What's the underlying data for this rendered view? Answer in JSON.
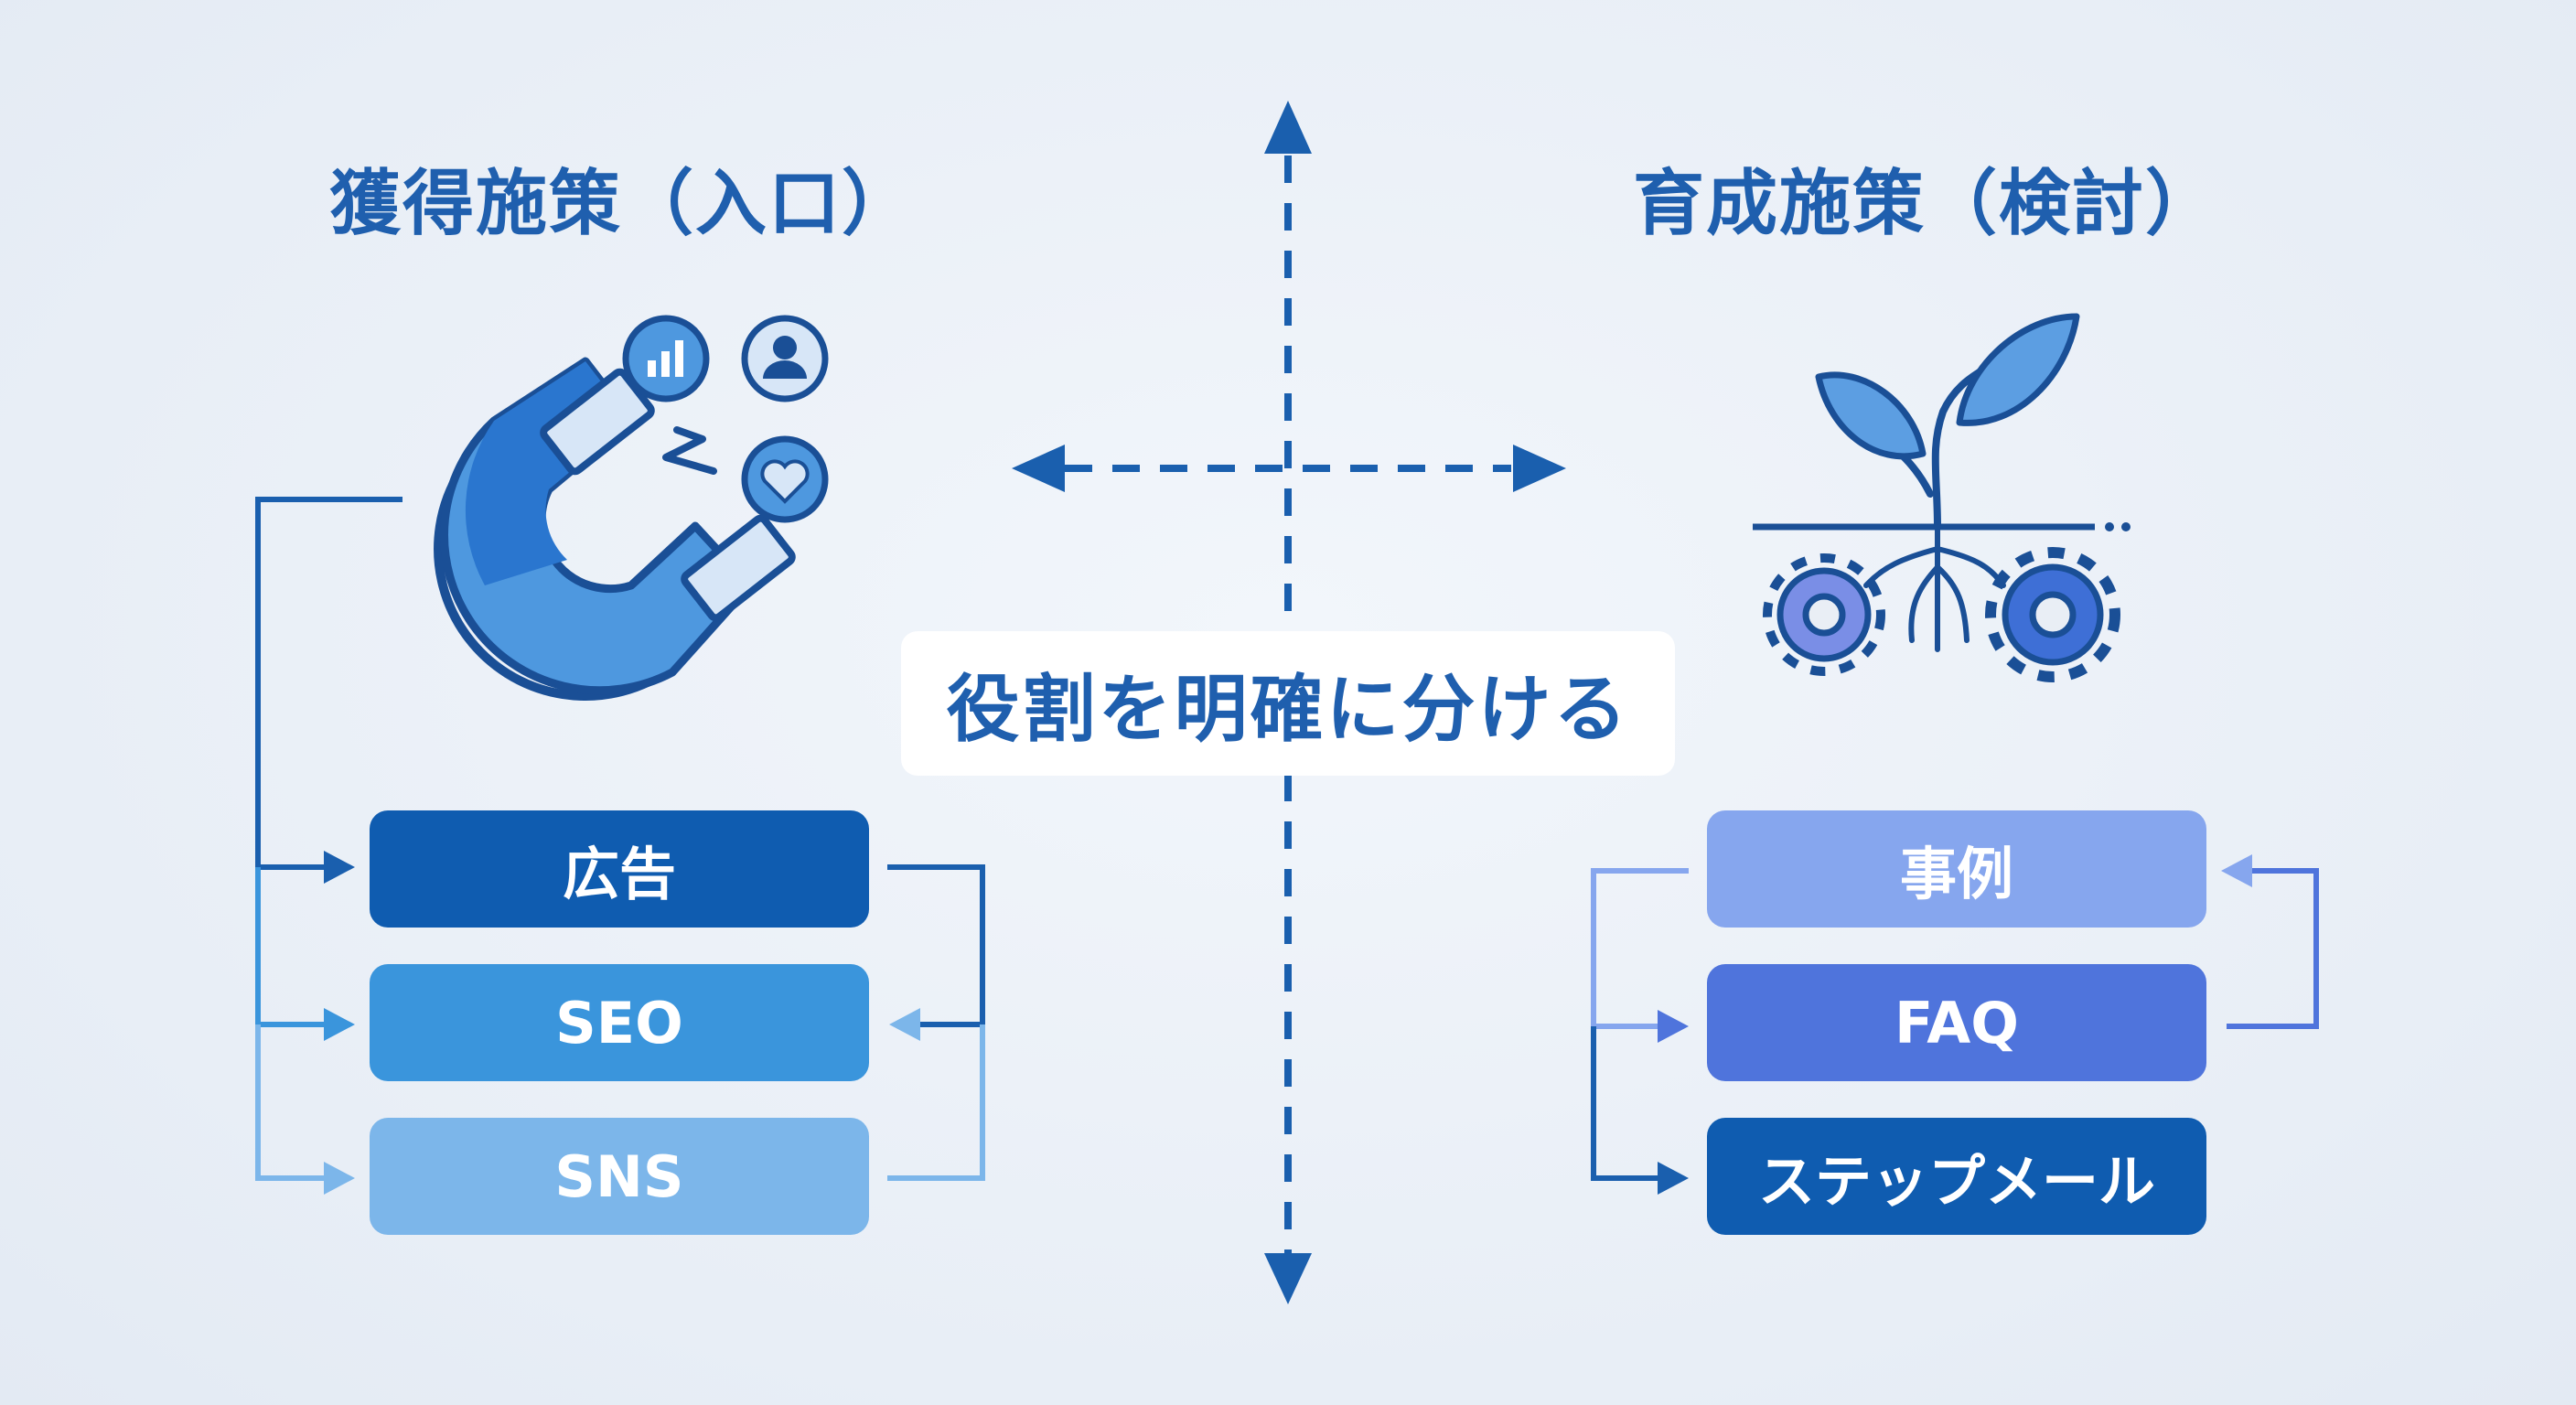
{
  "diagram": {
    "left": {
      "title": "獲得施策（入口）",
      "items": [
        "広告",
        "SEO",
        "SNS"
      ],
      "icons": [
        "magnet-icon",
        "analytics-badge-icon",
        "user-badge-icon",
        "heart-badge-icon"
      ]
    },
    "right": {
      "title": "育成施策（検討）",
      "items": [
        "事例",
        "FAQ",
        "ステップメール"
      ],
      "icons": [
        "sprout-roots-icon",
        "gear-icon"
      ]
    },
    "center": {
      "label": "役割を明確に分ける",
      "icons": [
        "vertical-double-arrow-icon",
        "horizontal-double-arrow-icon"
      ]
    }
  },
  "colors": {
    "background": "#e9eef5",
    "title_text": "#1f5fae",
    "left_box_1": "#0f5cb0",
    "left_box_2": "#3a95dc",
    "left_box_3": "#7cb6ea",
    "right_box_1": "#86a6ee",
    "right_box_2": "#4f74dc",
    "right_box_3": "#0f5cb0",
    "divider": "#1a5fae"
  }
}
